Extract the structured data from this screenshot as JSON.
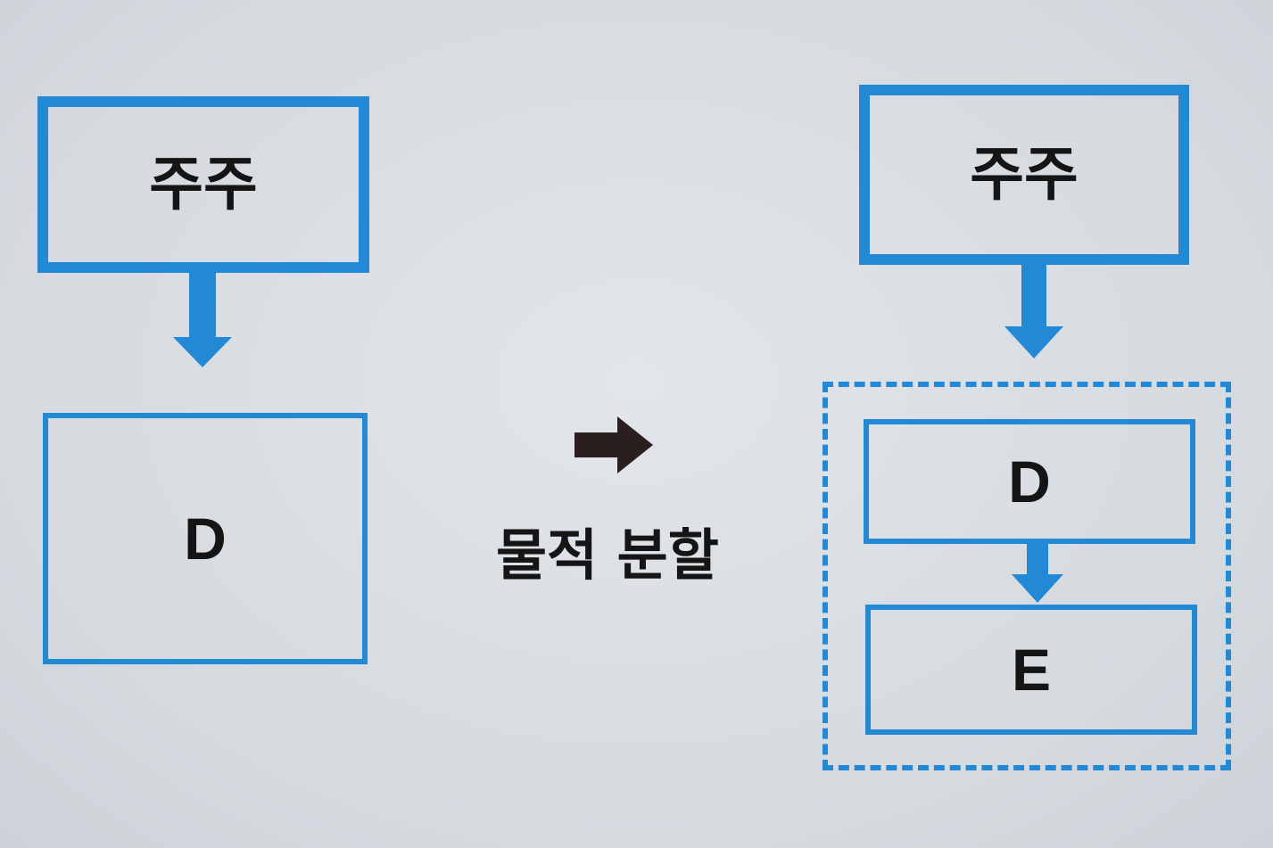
{
  "before": {
    "top_label": "주주",
    "bottom_label": "D"
  },
  "transition": {
    "caption": "물적 분할"
  },
  "after": {
    "top_label": "주주",
    "group_labels": [
      "D",
      "E"
    ]
  },
  "colors": {
    "box_blue": "#2389d6",
    "arrow_dark": "#2a1e1e",
    "text": "#151515"
  }
}
